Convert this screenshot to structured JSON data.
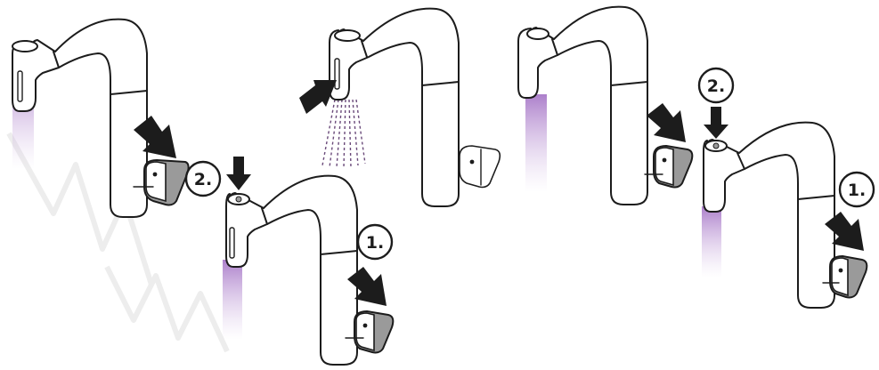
{
  "colors": {
    "outline": "#1c1c1c",
    "water": "#b58fd0",
    "lever": "#9a9a9a",
    "watermark": "#ededed"
  },
  "panels": [
    {
      "id": "panel-1",
      "step_badges": []
    },
    {
      "id": "panel-2",
      "step_badges": []
    },
    {
      "id": "panel-3",
      "step_badges": []
    },
    {
      "id": "panel-4",
      "step_badges": [
        "2.",
        "1."
      ]
    },
    {
      "id": "panel-5",
      "step_badges": [
        "2.",
        "1."
      ]
    }
  ],
  "badges": {
    "panel4_step2": "2.",
    "panel4_step1": "1.",
    "panel5_step2": "2.",
    "panel5_step1": "1."
  },
  "icons": [
    "faucet-icon",
    "arrow-icon",
    "lever-handle-icon",
    "spray-icon",
    "water-stream-icon"
  ]
}
